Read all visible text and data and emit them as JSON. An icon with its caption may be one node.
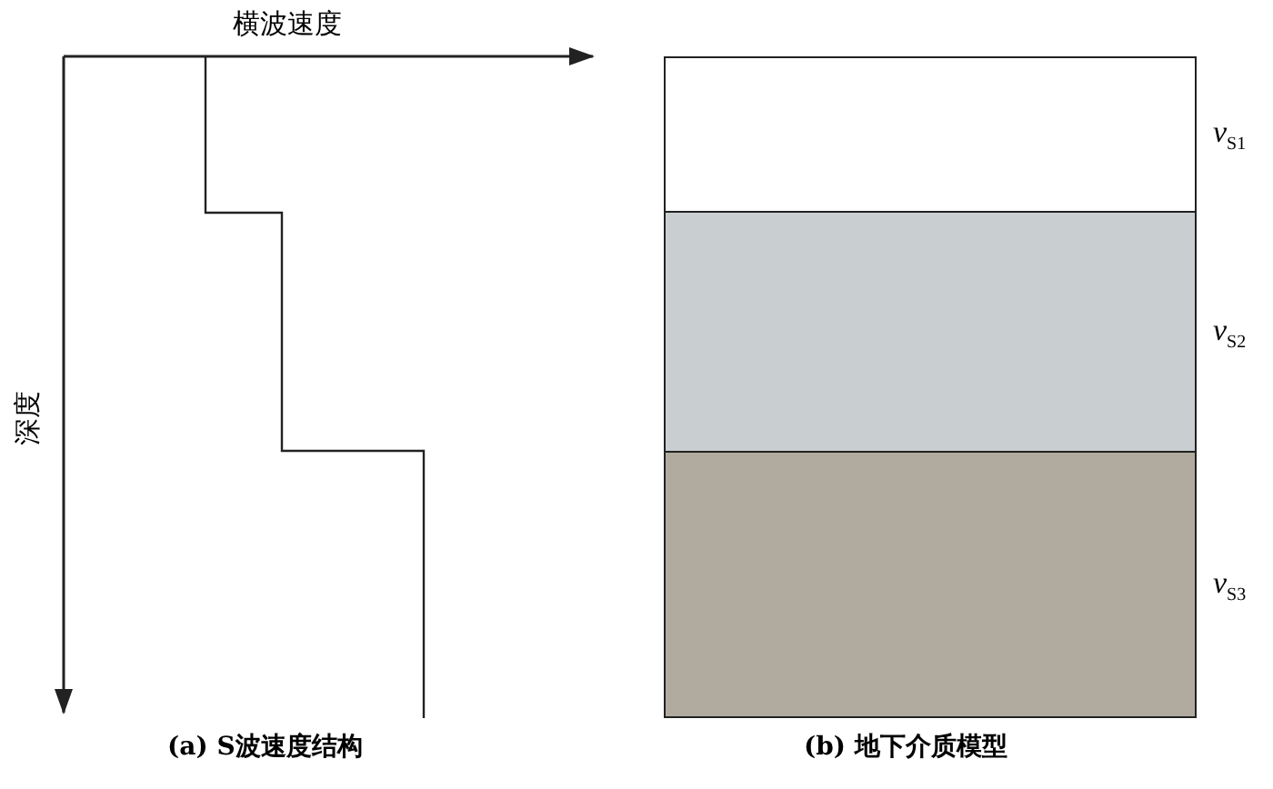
{
  "diagram": {
    "nodes": [
      {
        "text": [],
        "shape": "box",
        "beside": [
          "*v*$_{S1}$"
        ]
      },
      {
        "text": [],
        "shape": "box",
        "beside": [
          "*v*$_{S2}$"
        ]
      },
      {
        "text": [],
        "shape": "box",
        "beside": [
          "*v*$_{S3}$"
        ]
      }
    ],
    "edges": [],
    "labels": [
      "横波速度",
      "深度",
      "(a) S波速度结构",
      "(b) 地下介质模型"
    ]
  }
}
